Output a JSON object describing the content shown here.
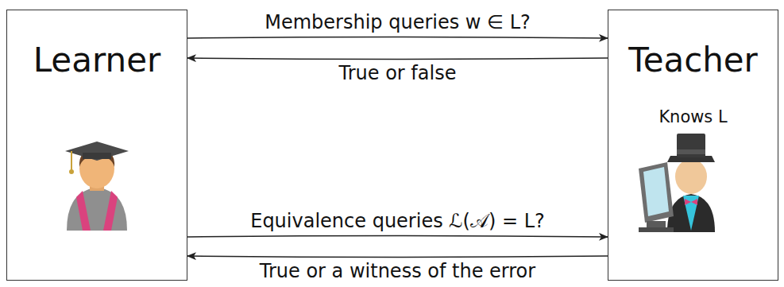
{
  "diagram": {
    "nodes": [
      {
        "text": [
          "Learner"
        ]
      },
      {
        "text": [
          "Teacher",
          "Knows L"
        ]
      }
    ],
    "edges": [
      {
        "from": 0,
        "to": 1,
        "arrow": "to",
        "label": "Membership queries w ∈ L?"
      },
      {
        "from": 1,
        "to": 0,
        "arrow": "to",
        "label": "True or false"
      },
      {
        "from": 0,
        "to": 1,
        "arrow": "to",
        "label": "Equivalence queries ℒ(𝒜) = L?"
      },
      {
        "from": 1,
        "to": 0,
        "arrow": "to",
        "label": "True or a witness of the error"
      }
    ]
  }
}
